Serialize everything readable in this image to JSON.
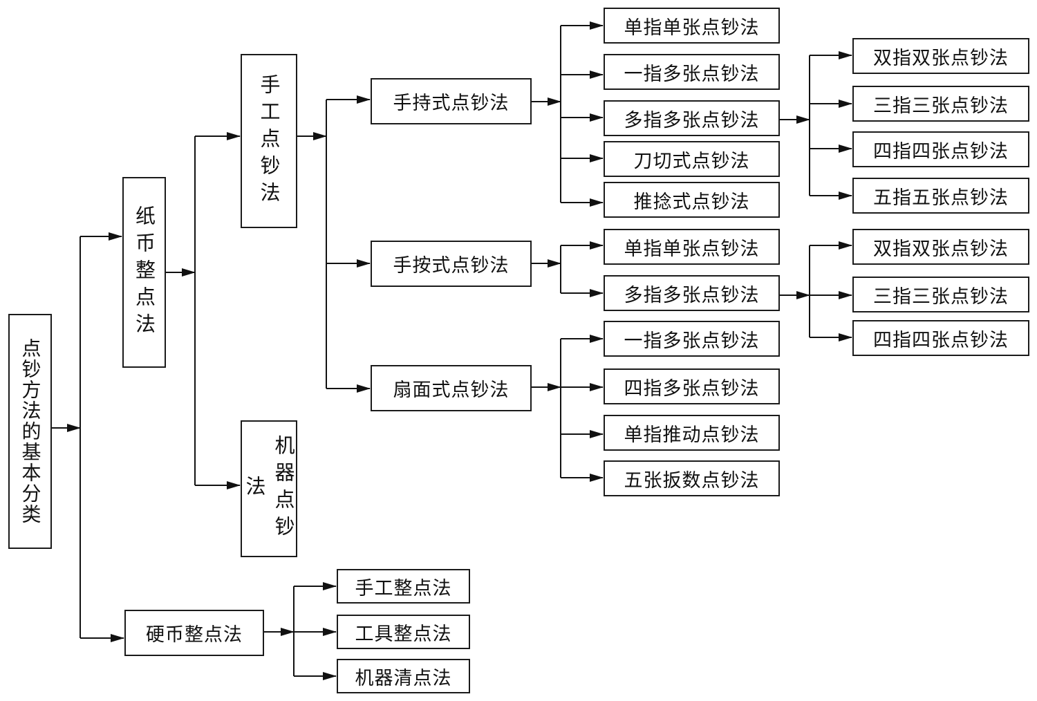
{
  "root": "点钞方法的基本分类",
  "paper": "纸币整点法",
  "coin": "硬币整点法",
  "manual": "手工点钞法",
  "machine": "机器点钞法",
  "handheld": "手持式点钞法",
  "press": "手按式点钞法",
  "fan": "扇面式点钞法",
  "handheld_items": [
    "单指单张点钞法",
    "一指多张点钞法",
    "多指多张点钞法",
    "刀切式点钞法",
    "推捻式点钞法"
  ],
  "handheld_multi_items": [
    "双指双张点钞法",
    "三指三张点钞法",
    "四指四张点钞法",
    "五指五张点钞法"
  ],
  "press_items": [
    "单指单张点钞法",
    "多指多张点钞法"
  ],
  "press_multi_items": [
    "双指双张点钞法",
    "三指三张点钞法",
    "四指四张点钞法"
  ],
  "fan_items": [
    "一指多张点钞法",
    "四指多张点钞法",
    "单指推动点钞法",
    "五张扳数点钞法"
  ],
  "coin_items": [
    "手工整点法",
    "工具整点法",
    "机器清点法"
  ]
}
